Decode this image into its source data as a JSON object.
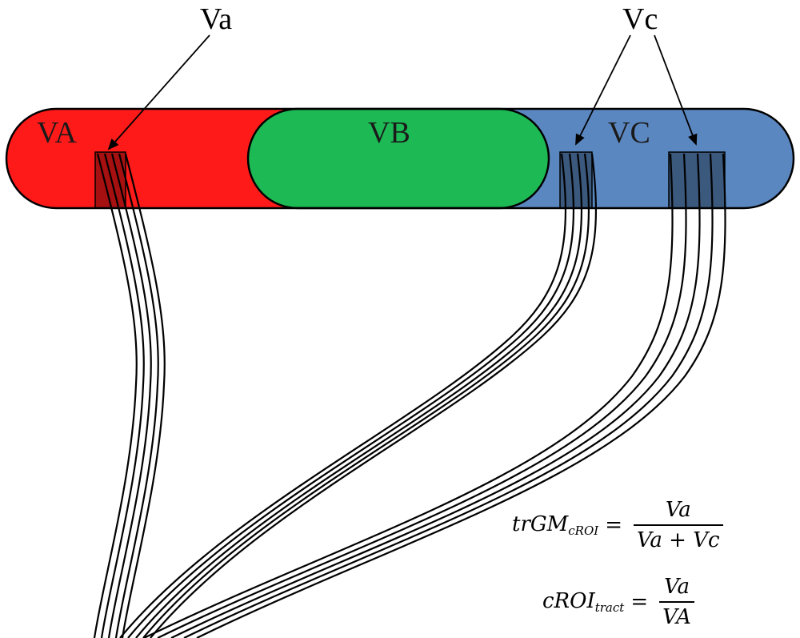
{
  "colors": {
    "region_a": "#ff1a1a",
    "region_b": "#1db954",
    "region_c": "#5b87c0",
    "outline": "#000000"
  },
  "regions": {
    "a_label": "VA",
    "b_label": "VB",
    "c_label": "VC"
  },
  "callouts": {
    "va": "Va",
    "vc": "Vc"
  },
  "equations": {
    "trgm": {
      "lhs_main": "trGM",
      "lhs_sub": "cROI",
      "equals": "=",
      "numerator": "Va",
      "denominator": "Va + Vc"
    },
    "croi": {
      "lhs_main": "cROI",
      "lhs_sub": "tract",
      "equals": "=",
      "numerator": "Va",
      "denominator": "VA"
    }
  }
}
